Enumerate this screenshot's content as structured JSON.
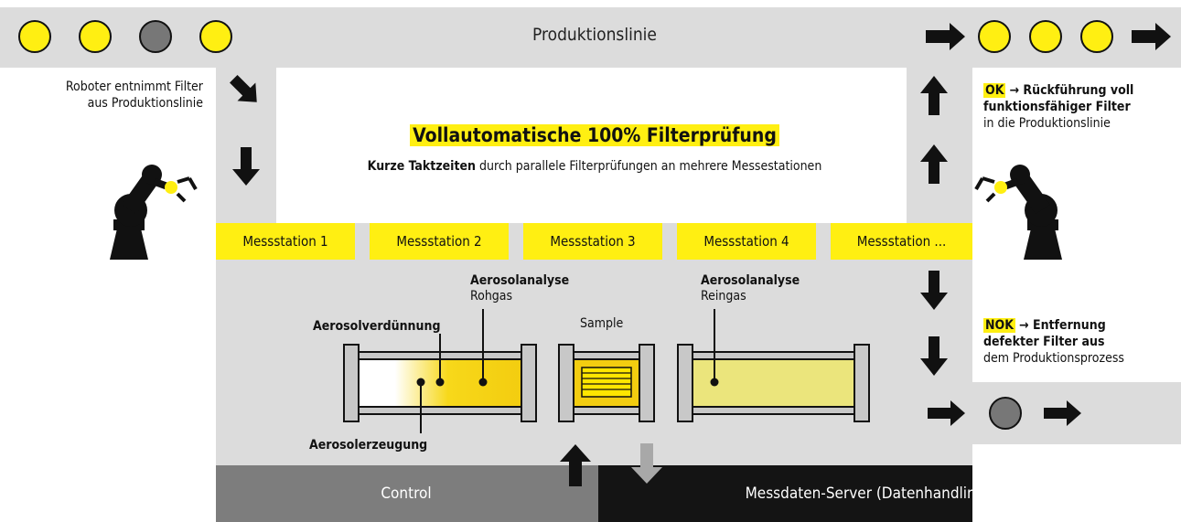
{
  "production_line": {
    "title": "Produktionslinie",
    "input_states": [
      "ok",
      "ok",
      "defect",
      "ok"
    ],
    "output_states": [
      "ok",
      "ok",
      "ok"
    ],
    "nok_state": "defect"
  },
  "colors": {
    "accent": "#ffef12",
    "ok_circle": "#ffef12",
    "defect_circle": "#777777",
    "band": "#dcdcdc",
    "control_bg": "#7d7d7d",
    "server_bg": "#141414"
  },
  "header": {
    "title": "Vollautomatische 100% Filterprüfung",
    "subtitle_bold": "Kurze Taktzeiten",
    "subtitle_rest": " durch parallele Filterprüfungen an mehrere Messestationen"
  },
  "robot_left": {
    "text_line1": "Roboter entnimmt Filter",
    "text_line2": "aus Produktionslinie"
  },
  "ok_info": {
    "tag": "OK",
    "arrow": "→",
    "line1": " Rückführung voll",
    "line2": "funktionsfähiger Filter",
    "line3": "in die Produktionslinie"
  },
  "nok_info": {
    "tag": "NOK",
    "arrow": "→",
    "line1": " Entfernung",
    "line2": "defekter Filter aus",
    "line3": "dem Produktionsprozess"
  },
  "stations": [
    "Messstation 1",
    "Messstation 2",
    "Messstation 3",
    "Messstation 4",
    "Messstation ..."
  ],
  "apparatus": {
    "aerosolanalyse_rohgas_1": "Aerosolanalyse",
    "aerosolanalyse_rohgas_2": "Rohgas",
    "aerosolverduennung": "Aerosolverdünnung",
    "aerosolerzeugung": "Aerosolerzeugung",
    "sample": "Sample",
    "aerosolanalyse_reingas_1": "Aerosolanalyse",
    "aerosolanalyse_reingas_2": "Reingas"
  },
  "footer": {
    "control": "Control",
    "server": "Messdaten-Server (Datenhandling)"
  }
}
